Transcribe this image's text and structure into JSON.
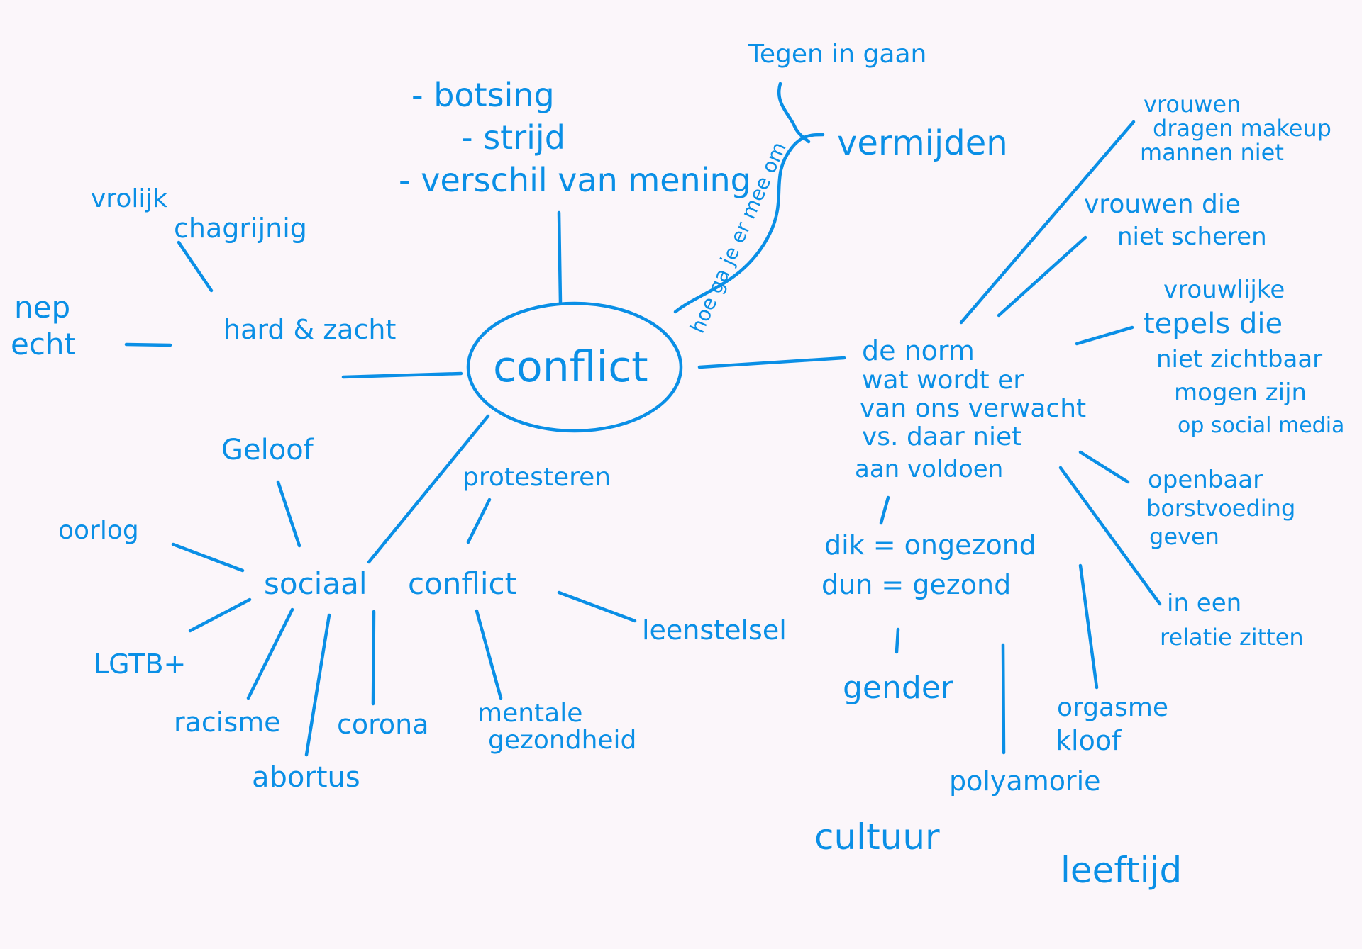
{
  "ink_color": "#0a8fe6",
  "paper_color": "#fbf6fa",
  "center": "conflict",
  "definition": [
    "- botsing",
    "- strijd",
    "- verschil van mening"
  ],
  "vermijden": {
    "label": "vermijden",
    "link": "hoe ga je er mee om",
    "tegen": "Tegen in gaan"
  },
  "hard_zacht": {
    "label": "hard & zacht",
    "vrolijk": "vrolijk",
    "chagrijnig": "chagrijnig",
    "nep": "nep",
    "echt": "echt"
  },
  "sociaal": {
    "label_a": "sociaal",
    "label_b": "conflict",
    "geloof": "Geloof",
    "oorlog": "oorlog",
    "lgtb": "LGTB+",
    "racisme": "racisme",
    "abortus": "abortus",
    "corona": "corona",
    "mentale": "mentale",
    "gezondheid": "gezondheid",
    "leenstelsel": "leenstelsel",
    "protesteren": "protesteren"
  },
  "norm": {
    "lines": [
      "de norm",
      "wat wordt er",
      "van ons verwacht",
      "vs. daar niet",
      "aan voldoen"
    ],
    "makeup": [
      "vrouwen",
      "dragen makeup",
      "mannen niet"
    ],
    "scheren": [
      "vrouwen die",
      "niet scheren"
    ],
    "tepels": [
      "vrouwlijke",
      "tepels die",
      "niet zichtbaar",
      "mogen zijn",
      "op social media"
    ],
    "borst": [
      "openbaar",
      "borstvoeding",
      "geven"
    ],
    "relatie": [
      "in een",
      "relatie zitten"
    ],
    "dik": "dik = ongezond",
    "dun": "dun = gezond",
    "gender": "gender",
    "polyamorie": "polyamorie",
    "orgasme": [
      "orgasme",
      "kloof"
    ],
    "cultuur": "cultuur",
    "leeftijd": "leeftijd"
  }
}
